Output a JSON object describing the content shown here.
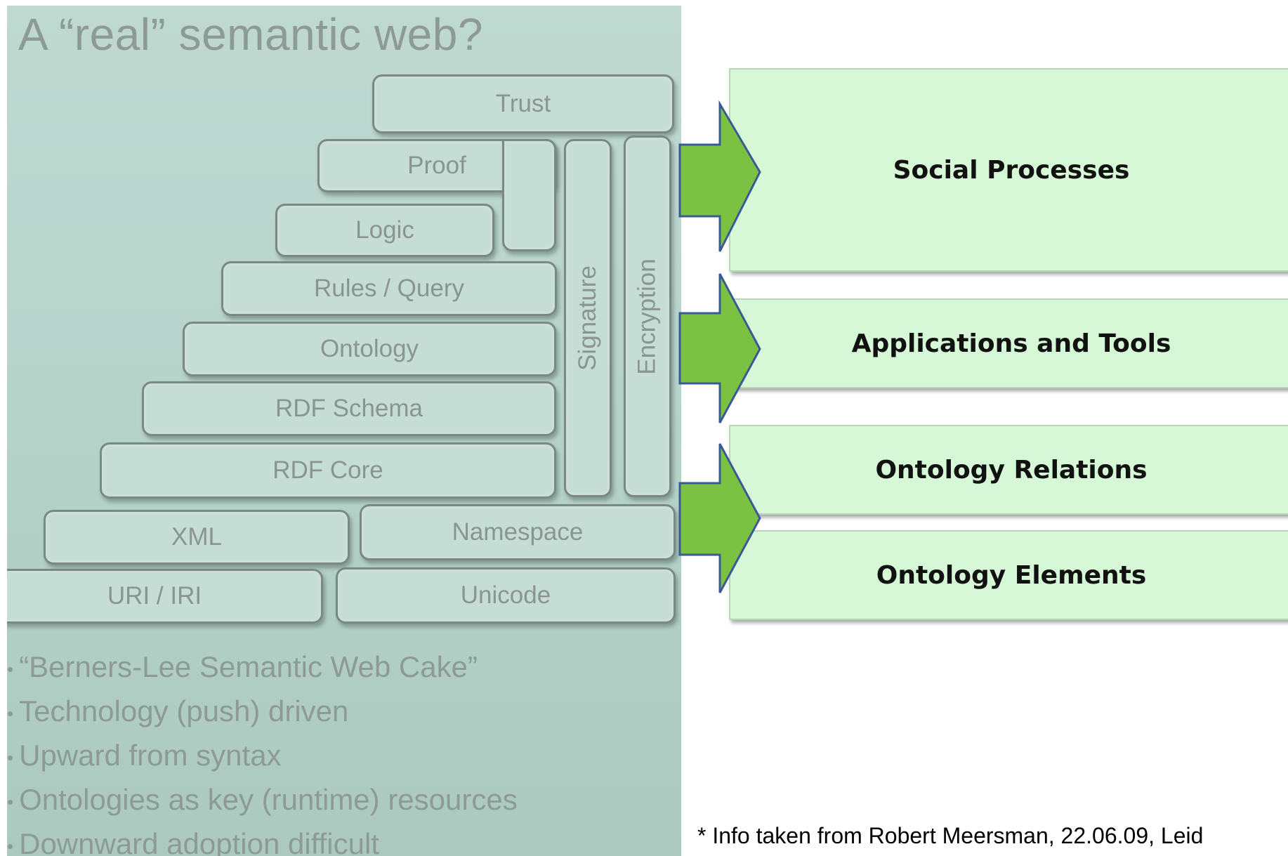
{
  "slide": {
    "title": "A “real” semantic web?",
    "layers": {
      "trust": "Trust",
      "proof": "Proof",
      "logic": "Logic",
      "rules_query": "Rules / Query",
      "ontology": "Ontology",
      "rdf_schema": "RDF Schema",
      "rdf_core": "RDF Core",
      "xml": "XML",
      "namespace": "Namespace",
      "uri_iri": "URI / IRI",
      "unicode": "Unicode",
      "signature": "Signature",
      "encryption": "Encryption"
    },
    "bullets": [
      "“Berners-Lee Semantic Web Cake”",
      "Technology (push) driven",
      "Upward from syntax",
      "Ontologies as key (runtime) resources",
      "Downward adoption difficult"
    ]
  },
  "categories": {
    "social_processes": "Social Processes",
    "applications_tools": "Applications and Tools",
    "ontology_relations": "Ontology Relations",
    "ontology_elements": "Ontology Elements"
  },
  "colors": {
    "box_fill": "#d6f8d6",
    "arrow_fill": "#7cc242",
    "arrow_stroke": "#3a5a93"
  },
  "footnote": "* Info taken from Robert Meersman, 22.06.09, Leid"
}
